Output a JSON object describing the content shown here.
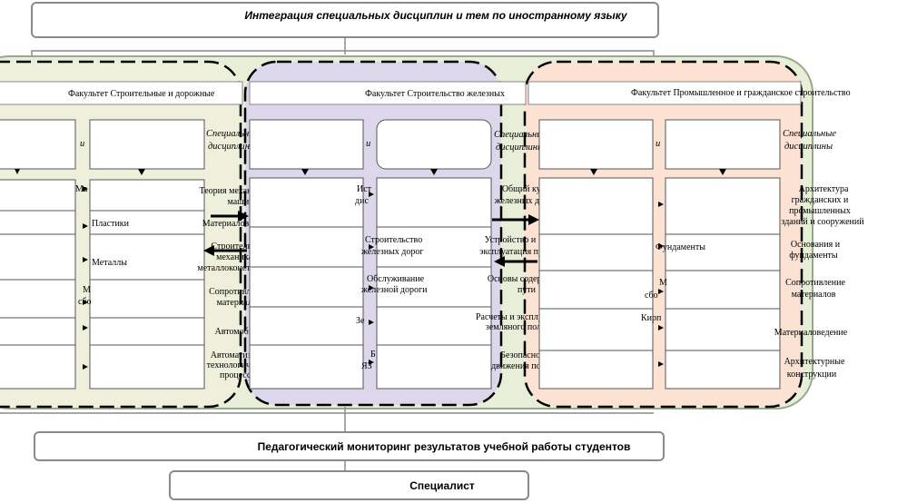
{
  "header": {
    "title": "Интеграция специальных дисциплин и тем по иностранному языку"
  },
  "footer": {
    "monitoring": "Педагогический мониторинг результатов учебной работы студентов",
    "specialist": "Специалист"
  },
  "faculties": [
    {
      "title": "Факультет Строительные и дорожные",
      "spec_label": [
        "Специальные",
        "дисциплины"
      ]
    },
    {
      "title": "Факультет Строительство железных",
      "spec_label": [
        "Специальные",
        "дисциплины"
      ]
    },
    {
      "title": "Факультет Промышленное и гражданское строительство",
      "spec_label": [
        "Специальные",
        "дисциплины"
      ]
    }
  ],
  "fragments": {
    "f1_left_cut": [
      "и"
    ],
    "f2_left_cut": [
      "и"
    ],
    "f3_left_cut": [
      "и"
    ],
    "f1_left_col": [
      "Ма",
      "М",
      "сбо"
    ],
    "f2_left_col": [
      "Ист",
      "дис",
      "Зе",
      "Б",
      "ЯЗ"
    ],
    "f3_left_col": [
      "М",
      "сбо",
      "Кирп"
    ]
  },
  "f1": {
    "mid_col": [
      "Пластики",
      "Металлы"
    ],
    "spec_items": [
      [
        "Теория механизмов и",
        "машин"
      ],
      [
        "Материаловедение"
      ],
      [
        "Строительная",
        "механика и",
        "металлоконструкции"
      ],
      [
        "Сопротивление",
        "материалов"
      ],
      [
        "Автомобили"
      ],
      [
        "Автоматизация",
        "технологических",
        "процессов"
      ]
    ]
  },
  "f2": {
    "mid_col": [
      [
        "Строительство",
        "железных дорог"
      ],
      [
        "Обслуживание",
        "железной дороги"
      ]
    ],
    "spec_items": [
      [
        "Общий курс",
        "железных дорог"
      ],
      [
        "Устройство и",
        "эксплуатация пути"
      ],
      [
        "Основы содержания",
        "пути"
      ],
      [
        "Расчеты и эксплуатация",
        "земляного полотна"
      ],
      [
        "Безопасность",
        "движения поездов"
      ]
    ]
  },
  "f3": {
    "mid_col": [
      "Фундаменты"
    ],
    "spec_items": [
      [
        "Архитектура",
        "гражданских и",
        "промышленных",
        "зданий и сооружений"
      ],
      [
        "Основания и",
        "фундаменты"
      ],
      [
        "Сопротивление",
        "материалов"
      ],
      [
        "Материаловедение"
      ],
      [
        "Архитектурные",
        "конструкции"
      ]
    ]
  },
  "colors": {
    "outer_bg": "#e7efd9",
    "f1_bg": "#eef0dc",
    "f2_bg": "#dcd7eb",
    "f3_bg": "#fbe2d3",
    "line": "#7f7f7f",
    "dash": "#000000"
  }
}
